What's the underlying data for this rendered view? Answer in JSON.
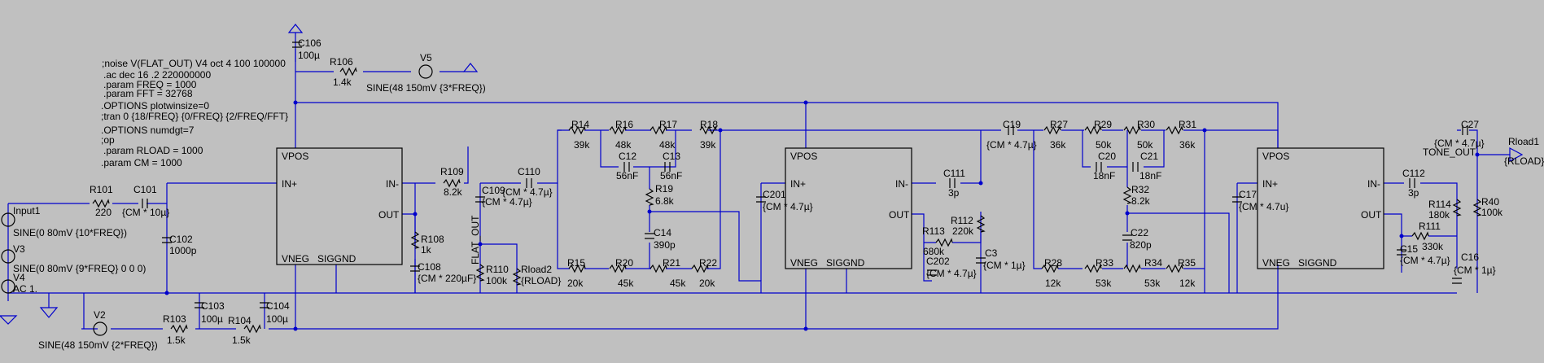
{
  "directives": [
    ";noise V(FLAT_OUT) V4 oct 4 100 100000",
    ".ac dec 16 .2 220000000",
    ".param FREQ = 1000",
    ".param FFT = 32768",
    ".OPTIONS plotwinsize=0",
    ";tran 0 {18/FREQ} {0/FREQ} {2/FREQ/FFT}",
    ".OPTIONS numdgt=7",
    ";op",
    ".param RLOAD = 1000",
    ".param CM = 1000"
  ],
  "opamp_pins": {
    "vpos": "VPOS",
    "vneg": "VNEG",
    "siggnd": "SIGGND",
    "inp": "IN+",
    "inn": "IN-",
    "out": "OUT"
  },
  "nets": {
    "flat_out": "FLAT_OUT",
    "tone_out": "TONE_OUT",
    "input1": "Input1"
  },
  "components": {
    "C106": {
      "name": "C106",
      "value": "100µ"
    },
    "R106": {
      "name": "R106",
      "value": "1.4k"
    },
    "V5": {
      "name": "V5",
      "value": "SINE(48 150mV {3*FREQ})"
    },
    "R101": {
      "name": "R101",
      "value": "220"
    },
    "C101": {
      "name": "C101",
      "value": "{CM * 10µ}"
    },
    "C102": {
      "name": "C102",
      "value": "1000p"
    },
    "V3": {
      "name": "V3",
      "value": "SINE(0 80mV {10*FREQ})"
    },
    "V3b": {
      "value": "SINE(0 80mV {9*FREQ} 0 0 0)"
    },
    "V4": {
      "name": "V4",
      "value": "AC 1."
    },
    "R109": {
      "name": "R109",
      "value": "8.2k"
    },
    "C109": {
      "name": "C109",
      "value": "{CM * 4.7µ}"
    },
    "C110": {
      "name": "C110",
      "value": "{CM * 4.7µ}"
    },
    "R108": {
      "name": "R108",
      "value": "1k"
    },
    "C108": {
      "name": "C108",
      "value": "{CM * 220µF}"
    },
    "R110": {
      "name": "R110",
      "value": "100k"
    },
    "Rload2": {
      "name": "Rload2",
      "value": "{RLOAD}"
    },
    "C103": {
      "name": "C103",
      "value": "100µ"
    },
    "C104": {
      "name": "C104",
      "value": "100µ"
    },
    "R103": {
      "name": "R103",
      "value": "1.5k"
    },
    "R104": {
      "name": "R104",
      "value": "1.5k"
    },
    "V2": {
      "name": "V2",
      "value": "SINE(48 150mV {2*FREQ})"
    },
    "R14": {
      "name": "R14",
      "value": "39k"
    },
    "R16": {
      "name": "R16",
      "value": "48k"
    },
    "R17": {
      "name": "R17",
      "value": "48k"
    },
    "R18": {
      "name": "R18",
      "value": "39k"
    },
    "C12": {
      "name": "C12",
      "value": "56nF"
    },
    "C13": {
      "name": "C13",
      "value": "56nF"
    },
    "R19": {
      "name": "R19",
      "value": "6.8k"
    },
    "C14": {
      "name": "C14",
      "value": "390p"
    },
    "R15": {
      "name": "R15",
      "value": "20k"
    },
    "R20": {
      "name": "R20",
      "value": "45k"
    },
    "R21": {
      "name": "R21",
      "value": "45k"
    },
    "R22": {
      "name": "R22",
      "value": "20k"
    },
    "C201": {
      "name": "C201",
      "value": "{CM * 4.7µ}"
    },
    "C111": {
      "name": "C111",
      "value": "3p"
    },
    "R112": {
      "name": "R112",
      "value": "220k"
    },
    "R113": {
      "name": "R113",
      "value": "680k"
    },
    "C202": {
      "name": "C202",
      "value": "{CM * 4.7µ}"
    },
    "C3": {
      "name": "C3",
      "value": "{CM * 1µ}"
    },
    "C19": {
      "name": "C19",
      "value": "{CM * 4.7µ}"
    },
    "R27": {
      "name": "R27",
      "value": "36k"
    },
    "R29": {
      "name": "R29",
      "value": "50k"
    },
    "R30": {
      "name": "R30",
      "value": "50k"
    },
    "R31": {
      "name": "R31",
      "value": "36k"
    },
    "C20": {
      "name": "C20",
      "value": "18nF"
    },
    "C21": {
      "name": "C21",
      "value": "18nF"
    },
    "R32": {
      "name": "R32",
      "value": "8.2k"
    },
    "C22": {
      "name": "C22",
      "value": "820p"
    },
    "R28": {
      "name": "R28",
      "value": "12k"
    },
    "R33": {
      "name": "R33",
      "value": "53k"
    },
    "R34": {
      "name": "R34",
      "value": "53k"
    },
    "R35": {
      "name": "R35",
      "value": "12k"
    },
    "C17": {
      "name": "C17",
      "value": "{CM * 4.7u}"
    },
    "C112": {
      "name": "C112",
      "value": "3p"
    },
    "R114": {
      "name": "R114",
      "value": "180k"
    },
    "R111": {
      "name": "R111",
      "value": "330k"
    },
    "C15": {
      "name": "C15",
      "value": "{CM * 4.7µ}"
    },
    "C16": {
      "name": "C16",
      "value": "{CM * 1µ}"
    },
    "C27": {
      "name": "C27",
      "value": "{CM * 4.7µ}"
    },
    "R40": {
      "name": "R40",
      "value": "100k"
    },
    "Rload1": {
      "name": "Rload1",
      "value": "{RLOAD}"
    }
  }
}
